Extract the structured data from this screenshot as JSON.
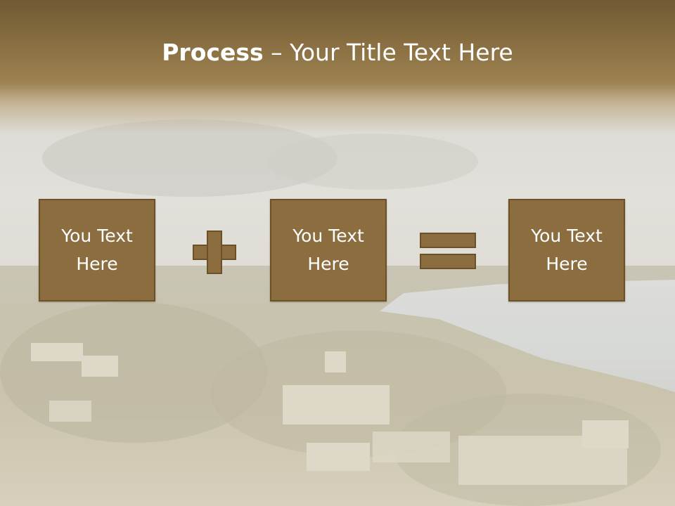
{
  "slide": {
    "title_bold": "Process",
    "title_rest": " – Your Title Text Here",
    "boxes": [
      {
        "text": "You Text\nHere"
      },
      {
        "text": "You Text\nHere"
      },
      {
        "text": "You Text\nHere"
      }
    ],
    "operators": [
      "plus-icon",
      "equals-icon"
    ]
  },
  "colors": {
    "title_band": "#8a7042",
    "box_fill": "#8b6d3f",
    "box_border": "#6a5128",
    "text": "#ffffff"
  }
}
